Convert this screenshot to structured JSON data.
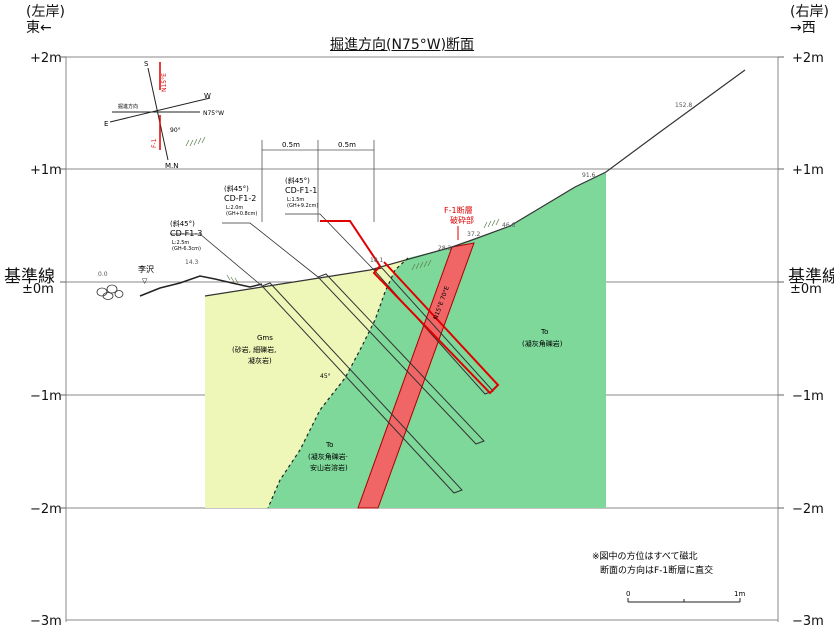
{
  "header": {
    "left_bank": "(左岸)",
    "left_dir": "東←",
    "right_bank": "(右岸)",
    "right_dir": "→西",
    "title": "掘進方向(N75°W)断面"
  },
  "y_axis": {
    "ticks": [
      "+2m",
      "+1m",
      "±0m",
      "−1m",
      "−2m",
      "−3m"
    ],
    "datum_label": "基準線"
  },
  "compass": {
    "north_label": "S",
    "mn_label": "M.N",
    "west_label": "W",
    "east_label": "E",
    "dig_dir_label": "掘進方向",
    "n75w_label": "N75°W",
    "fault_label": "F-1",
    "strike_label": "N15°E",
    "angle_label": "90°"
  },
  "spacing": {
    "left": "0.5m",
    "right": "0.5m"
  },
  "boreholes": [
    {
      "incl": "(斜45°)",
      "name": "CD-F1-1",
      "detail1": "L:1.5m",
      "detail2": "(GH+9.2cm)"
    },
    {
      "incl": "(斜45°)",
      "name": "CD-F1-2",
      "detail1": "L:2.0m",
      "detail2": "(GH+0.8cm)"
    },
    {
      "incl": "(斜45°)",
      "name": "CD-F1-3",
      "detail1": "L:2.5m",
      "detail2": "(GH-6.3cm)"
    }
  ],
  "fault": {
    "label_line1": "F-1断層",
    "label_line2": "破砕部",
    "strike": "N15°E 70°E"
  },
  "ground_values": [
    "0.0",
    "14.3",
    "18.1",
    "28.3",
    "37.2",
    "46.6",
    "91.6",
    "152.8"
  ],
  "features": {
    "stream": "李沢"
  },
  "units": {
    "gms_name": "Gms",
    "gms_desc1": "(砂岩, 細礫岩,",
    "gms_desc2": "凝灰岩)",
    "to_name": "To",
    "to_desc": "(凝灰角礫岩)",
    "to_lower_name": "To",
    "to_lower_desc1": "(凝灰角礫岩·",
    "to_lower_desc2": "安山岩溶岩)",
    "dip_angle": "45°"
  },
  "notes": {
    "line1": "※図中の方位はすべて磁北",
    "line2": "断面の方向はF-1断層に直交"
  },
  "scale_bar": {
    "start": "0",
    "end": "1m"
  },
  "colors": {
    "gms_fill": "#eef7b8",
    "to_fill": "#7ed89a",
    "fault_fill": "#f06565",
    "red_line": "#e00000",
    "grid": "#888888"
  }
}
